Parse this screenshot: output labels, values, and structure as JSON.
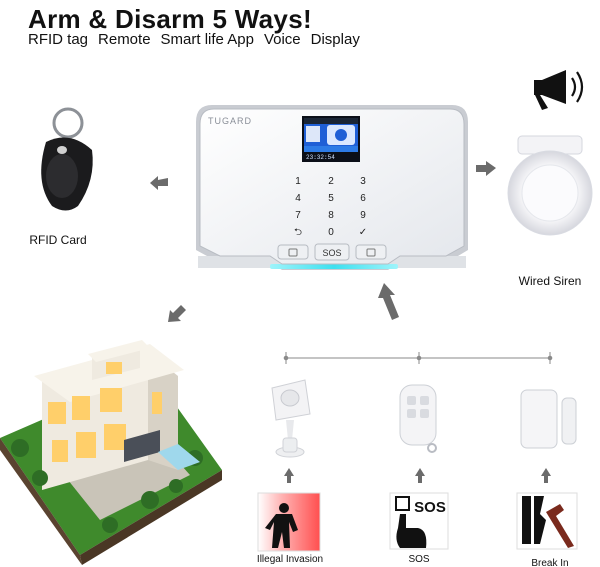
{
  "header": {
    "title": "Arm & Disarm 5 Ways!",
    "methods": [
      "RFID tag",
      "Remote",
      "Smart life App",
      "Voice",
      "Display"
    ]
  },
  "panel": {
    "brand": "TUGARD",
    "keys": [
      "1",
      "2",
      "3",
      "4",
      "5",
      "6",
      "7",
      "8",
      "9",
      "⮌",
      "0",
      "✓"
    ],
    "sos_label": "SOS",
    "screen_time": "23:32:54"
  },
  "labels": {
    "rfid": "RFID Card",
    "siren": "Wired Siren",
    "pir": "Illegal Invasion",
    "sos": "SOS",
    "door": "Break In",
    "sos_sign": "SOS"
  },
  "colors": {
    "accent_cyan": "#3ee0ef",
    "screen_blue": "#1f5fd6",
    "arrow_gray": "#6b6b6b",
    "warm_light": "#ffcf6a",
    "grass": "#3f8a2c",
    "invasion_red": "#ff4f4f"
  },
  "icons": [
    "megaphone-icon",
    "rfid-keyfob-icon",
    "siren-icon",
    "pir-sensor-icon",
    "remote-icon",
    "door-sensor-icon",
    "intruder-icon",
    "sos-hand-icon",
    "break-in-icon",
    "house-illustration"
  ]
}
